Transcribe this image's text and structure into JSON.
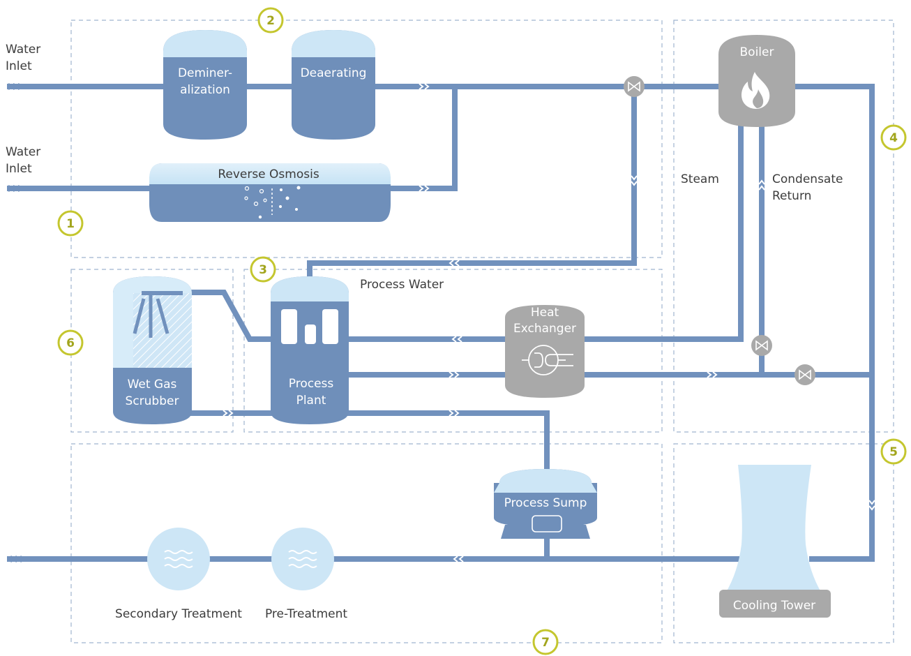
{
  "labels": {
    "water_inlet_1_line1": "Water",
    "water_inlet_1_line2": "Inlet",
    "water_inlet_2_line1": "Water",
    "water_inlet_2_line2": "Inlet",
    "demineralization_line1": "Deminer-",
    "demineralization_line2": "alization",
    "deaerating": "Deaerating",
    "reverse_osmosis": "Reverse Osmosis",
    "boiler": "Boiler",
    "steam": "Steam",
    "condensate_line1": "Condensate",
    "condensate_line2": "Return",
    "process_water": "Process Water",
    "heat_exchanger_line1": "Heat",
    "heat_exchanger_line2": "Exchanger",
    "wet_gas_line1": "Wet Gas",
    "wet_gas_line2": "Scrubber",
    "process_plant_line1": "Process",
    "process_plant_line2": "Plant",
    "process_sump": "Process Sump",
    "cooling_tower": "Cooling Tower",
    "secondary_treatment": "Secondary Treatment",
    "pre_treatment": "Pre-Treatment"
  },
  "zones": [
    "1",
    "2",
    "3",
    "4",
    "5",
    "6",
    "7"
  ],
  "icons": [
    "flame-icon",
    "valve-icon",
    "heat-exchanger-coil-icon",
    "water-waves-icon",
    "bubbles-icon",
    "spray-nozzle-icon"
  ],
  "colors": {
    "pipe": "#7191bd",
    "tank_body": "#6f8fba",
    "tank_top": "#cde6f6",
    "gray_equipment": "#a9a9a9",
    "zone_border": "#9fb3cf",
    "zone_number": "#c4c62e"
  }
}
